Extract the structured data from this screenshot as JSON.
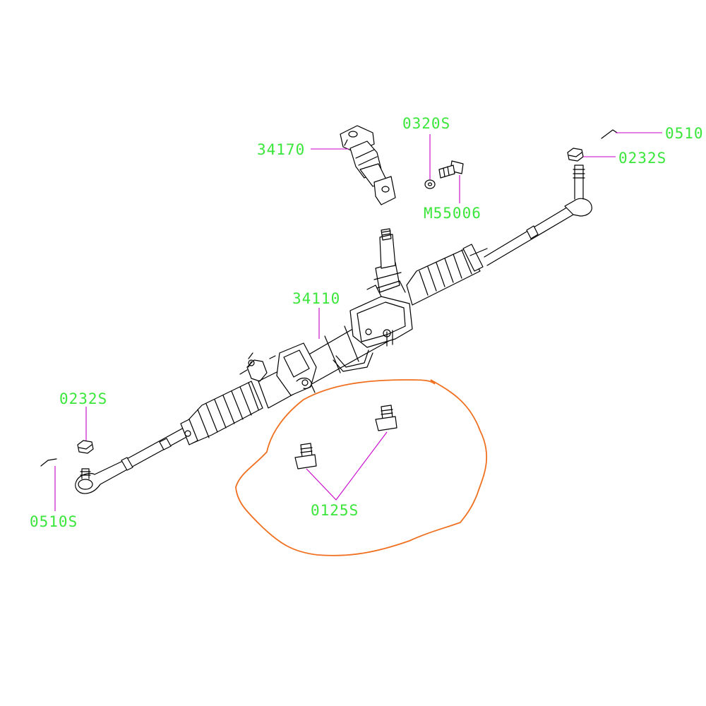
{
  "colors": {
    "label_text": "#39e639",
    "leader_line": "#c800c8",
    "dashed_line": "#e0191e",
    "highlight_circle": "#f07020",
    "line_art": "#000000"
  },
  "labels": {
    "joint": "34170",
    "washer": "0320S",
    "bolt_m": "M55006",
    "cotter_right": "0510",
    "nut_right": "0232S",
    "gearbox": "34110",
    "nut_left": "0232S",
    "cotter_left": "0510S",
    "mount_bolts": "0125S"
  }
}
